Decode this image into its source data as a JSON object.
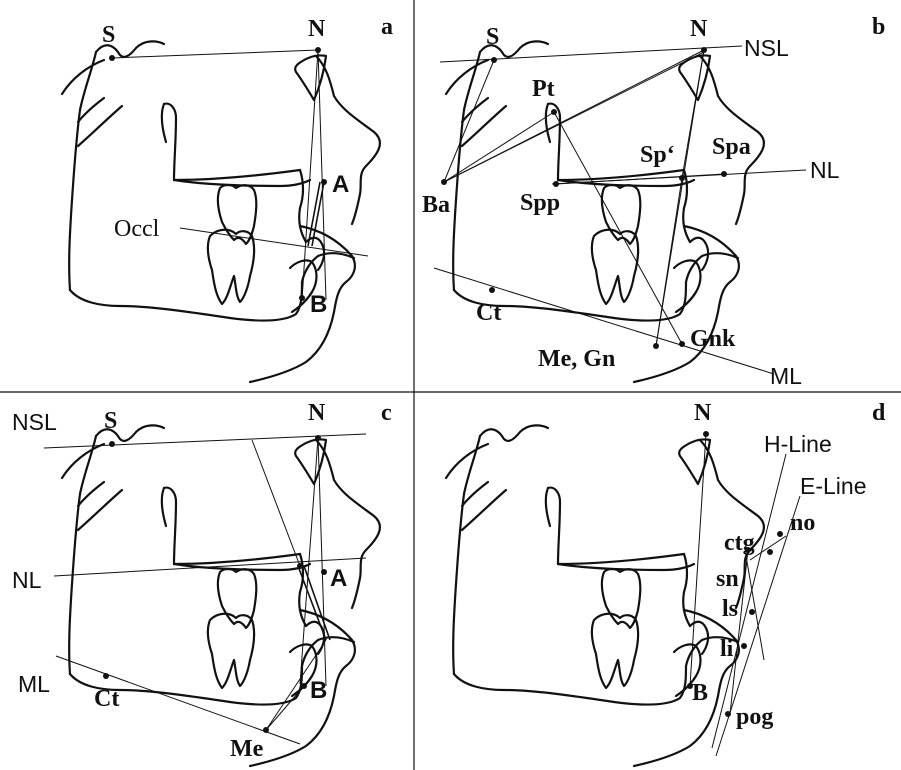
{
  "panels": {
    "a": {
      "letter": "a",
      "labels": {
        "S": "S",
        "N": "N",
        "A": "A",
        "B": "B",
        "Occl": "Occl"
      }
    },
    "b": {
      "letter": "b",
      "labels": {
        "S": "S",
        "N": "N",
        "NSL": "NSL",
        "Pt": "Pt",
        "Sp": "Sp‘",
        "Spa": "Spa",
        "NL": "NL",
        "Ba": "Ba",
        "Spp": "Spp",
        "Ct": "Ct",
        "Gnk": "Gnk",
        "MeGn": "Me, Gn",
        "ML": "ML"
      }
    },
    "c": {
      "letter": "c",
      "labels": {
        "NSL": "NSL",
        "S": "S",
        "N": "N",
        "NL": "NL",
        "A": "A",
        "ML": "ML",
        "Ct": "Ct",
        "B": "B",
        "Me": "Me"
      }
    },
    "d": {
      "letter": "d",
      "labels": {
        "N": "N",
        "HLine": "H-Line",
        "ELine": "E-Line",
        "no": "no",
        "ctg": "ctg",
        "sn": "sn",
        "ls": "ls",
        "li": "li",
        "B": "B",
        "pog": "pog"
      }
    }
  }
}
